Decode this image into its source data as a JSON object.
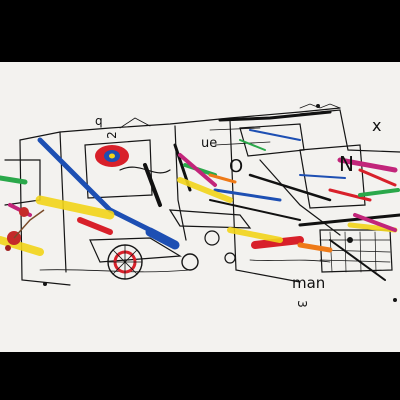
{
  "artwork": {
    "words": {
      "ue": "ue",
      "o": "O",
      "n": "N",
      "x": "x",
      "man": "man",
      "three": "3",
      "two": "2",
      "q": "q"
    },
    "colors": {
      "background": "#000000",
      "paper": "#f3f2ef",
      "red": "#d8202a",
      "blue": "#1d4fb3",
      "yellow": "#f2d51a",
      "green": "#2aa84a",
      "magenta": "#c2257a",
      "orange": "#ee7a18",
      "ink": "#151515"
    }
  }
}
